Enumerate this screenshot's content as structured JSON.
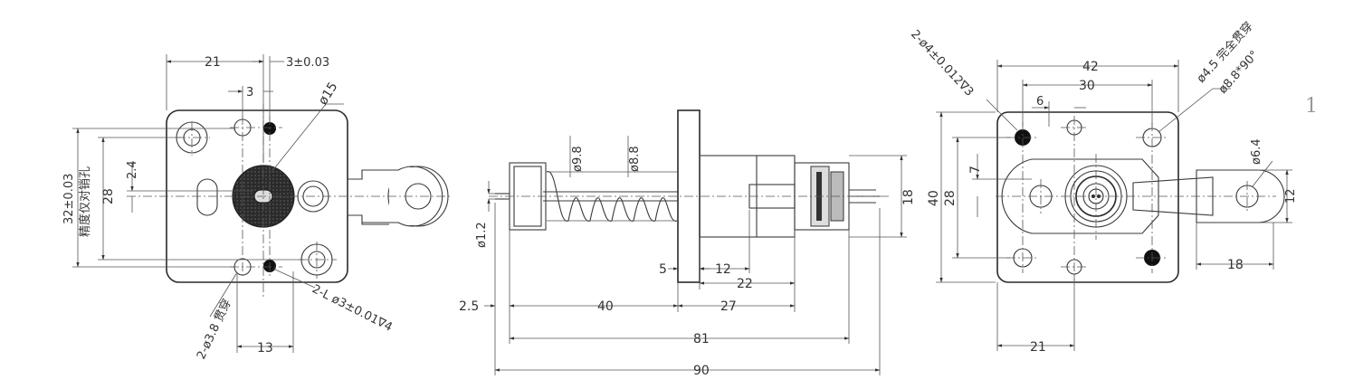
{
  "page_number": "1",
  "left_view": {
    "dims": {
      "top_21": "21",
      "top_3tol": "3±0.03",
      "top_3": "3",
      "phi15": "ø15",
      "h_32": "32±0.03",
      "h_32_note": "精度仅对销孔",
      "h_28": "28",
      "h_2_4": "2.4",
      "bottom_13": "13",
      "hole_note": "2-ø3.8 贯穿",
      "pin_note": "2-L ø3±0.01∇4"
    }
  },
  "middle_view": {
    "dims": {
      "phi9_8": "ø9.8",
      "phi8_8": "ø8.8",
      "phi1_2": "ø1.2",
      "d18": "18",
      "d5": "5",
      "d12": "12",
      "d22": "22",
      "d2_5": "2.5",
      "d40": "40",
      "d27": "27",
      "d81": "81",
      "d90": "90"
    }
  },
  "right_view": {
    "dims": {
      "pin_note": "2-ø4±0.012∇3",
      "csk_note_1": "ø4.5 完全贯穿",
      "csk_note_2": "ø8.8*90°",
      "d42": "42",
      "d30": "30",
      "d6": "6",
      "d40": "40",
      "d28": "28",
      "d7": "7",
      "phi6_4": "ø6.4",
      "d12": "12",
      "d18": "18",
      "d21": "21"
    }
  }
}
